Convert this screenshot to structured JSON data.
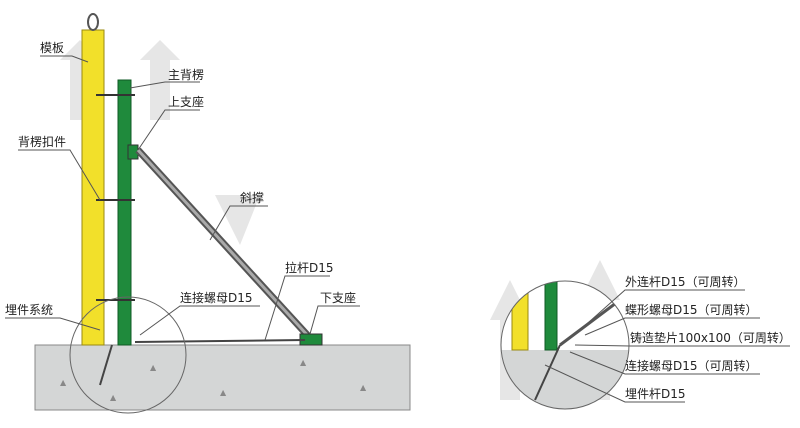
{
  "left_labels": {
    "formwork": "模板",
    "main_waler": "主背楞",
    "upper_support": "上支座",
    "waler_clamp": "背楞扣件",
    "diagonal_brace": "斜撑",
    "tie_rod": "拉杆D15",
    "embedded_system": "埋件系统",
    "coupling_nut": "连接螺母D15",
    "lower_support": "下支座"
  },
  "right_labels": {
    "outer_rod": "外连杆D15（可周转）",
    "wing_nut": "蝶形螺母D15（可周转）",
    "cast_washer": "铸造垫片100x100（可周转）",
    "coupling_nut": "连接螺母D15（可周转）",
    "embedded_rod": "埋件杆D15"
  },
  "colors": {
    "formwork": "#f2e02a",
    "waler": "#1f8a3c",
    "concrete": "#d4d6d6",
    "brace": "#555555"
  }
}
